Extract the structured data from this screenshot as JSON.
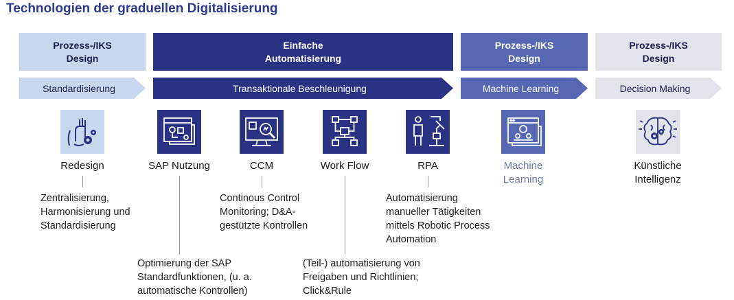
{
  "title": "Technologien der graduellen Digitalisierung",
  "colors": {
    "light_blue": "#c9d7ee",
    "navy": "#2b3183",
    "medium_blue": "#5867b3",
    "grey": "#e2e4ec",
    "title": "#2e3a8c"
  },
  "phases": [
    {
      "header": "Prozess-/IKS\nDesign",
      "arrow": "Standardisierung"
    },
    {
      "header": "Einfache\nAutomatisierung",
      "arrow": "Transaktionale Beschleunigung"
    },
    {
      "header": "Prozess-/IKS\nDesign",
      "arrow": "Machine Learning"
    },
    {
      "header": "Prozess-/IKS\nDesign",
      "arrow": "Decision Making"
    }
  ],
  "technologies": [
    {
      "label": "Redesign",
      "icon": "hand-gears-icon",
      "description": "Zentralisierung,\nHarmonisierung und\nStandardisierung"
    },
    {
      "label": "SAP Nutzung",
      "icon": "software-window-icon",
      "description": "Optimierung der SAP\nStandardfunktionen, (u. a.\nautomatische Kontrollen)"
    },
    {
      "label": "CCM",
      "icon": "monitor-magnifier-icon",
      "description": "Continous Control\nMonitoring; D&A-\ngestützte Kontrollen"
    },
    {
      "label": "Work Flow",
      "icon": "workflow-diagram-icon",
      "description": "(Teil-) automatisierung von\nFreigaben und Richtlinien;\nClick&Rule"
    },
    {
      "label": "RPA",
      "icon": "robot-arm-icon",
      "description": "Automatisierung\nmanueller Tätigkeiten\nmittels Robotic Process\nAutomation"
    },
    {
      "label": "Machine\nLearning",
      "icon": "machine-learning-icon",
      "description": ""
    },
    {
      "label": "Künstliche\nIntelligenz",
      "icon": "brain-gear-icon",
      "description": ""
    }
  ]
}
